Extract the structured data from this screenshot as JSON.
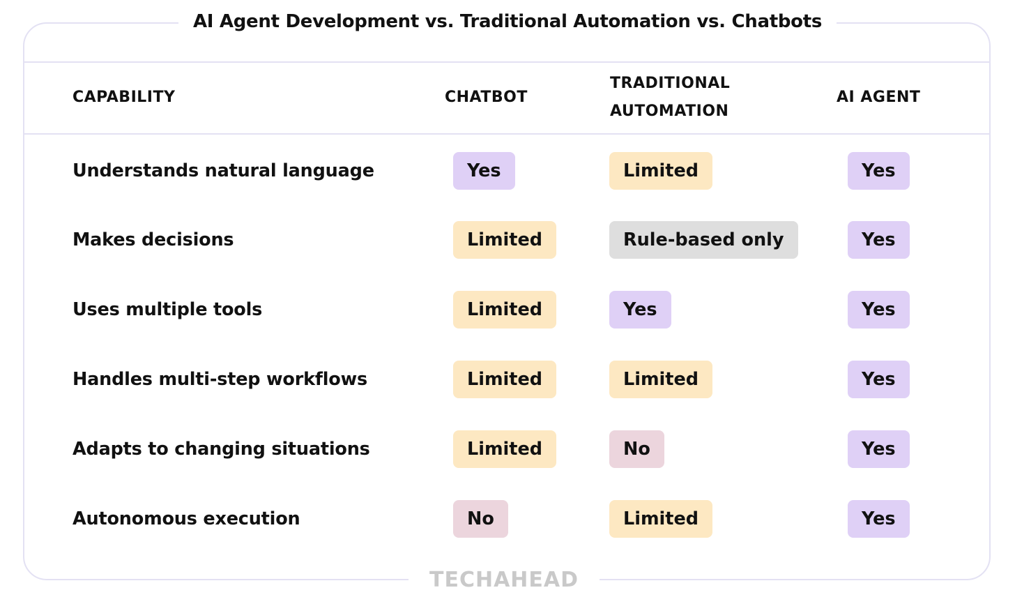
{
  "title": "AI Agent Development vs. Traditional Automation vs. Chatbots",
  "headers": {
    "capability": "CAPABILITY",
    "chatbot": "CHATBOT",
    "traditional_line1": "TRADITIONAL",
    "traditional_line2": "AUTOMATION",
    "ai_agent": "AI AGENT"
  },
  "rows": [
    {
      "capability": "Understands natural language",
      "chatbot": "Yes",
      "traditional": "Limited",
      "ai_agent": "Yes"
    },
    {
      "capability": "Makes decisions",
      "chatbot": "Limited",
      "traditional": "Rule-based only",
      "ai_agent": "Yes"
    },
    {
      "capability": "Uses multiple tools",
      "chatbot": "Limited",
      "traditional": "Yes",
      "ai_agent": "Yes"
    },
    {
      "capability": "Handles multi-step workflows",
      "chatbot": "Limited",
      "traditional": "Limited",
      "ai_agent": "Yes"
    },
    {
      "capability": "Adapts to changing situations",
      "chatbot": "Limited",
      "traditional": "No",
      "ai_agent": "Yes"
    },
    {
      "capability": "Autonomous execution",
      "chatbot": "No",
      "traditional": "Limited",
      "ai_agent": "Yes"
    }
  ],
  "colors": {
    "yes": "#dfd0f6",
    "limited": "#fde8c2",
    "no": "#ecd5dd",
    "rule_based": "#dedede",
    "border": "#e3e1f3"
  },
  "watermark": "TECHAHEAD"
}
